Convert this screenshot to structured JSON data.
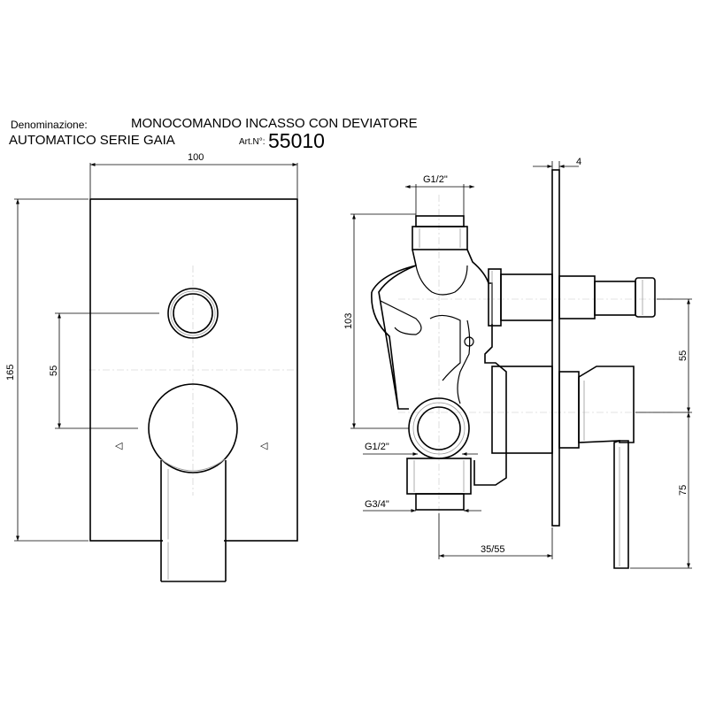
{
  "header": {
    "denomination_label": "Denominazione:",
    "title_line1": "MONOCOMANDO INCASSO CON DEVIATORE",
    "title_line2": "AUTOMATICO SERIE GAIA",
    "art_label": "Art.N°:",
    "art_number": "55010"
  },
  "front_view": {
    "width_dim": "100",
    "height_dim": "165",
    "spacing_dim": "55",
    "arrow_left": "◁",
    "arrow_right": "◁"
  },
  "side_view": {
    "top_connection": "G1/2\"",
    "height_dim": "103",
    "plate_dim": "4",
    "mid_connection": "G1/2\"",
    "bottom_connection": "G3/4\"",
    "depth_dim": "35/55",
    "upper_spacing_dim": "55",
    "lower_dim": "75"
  }
}
